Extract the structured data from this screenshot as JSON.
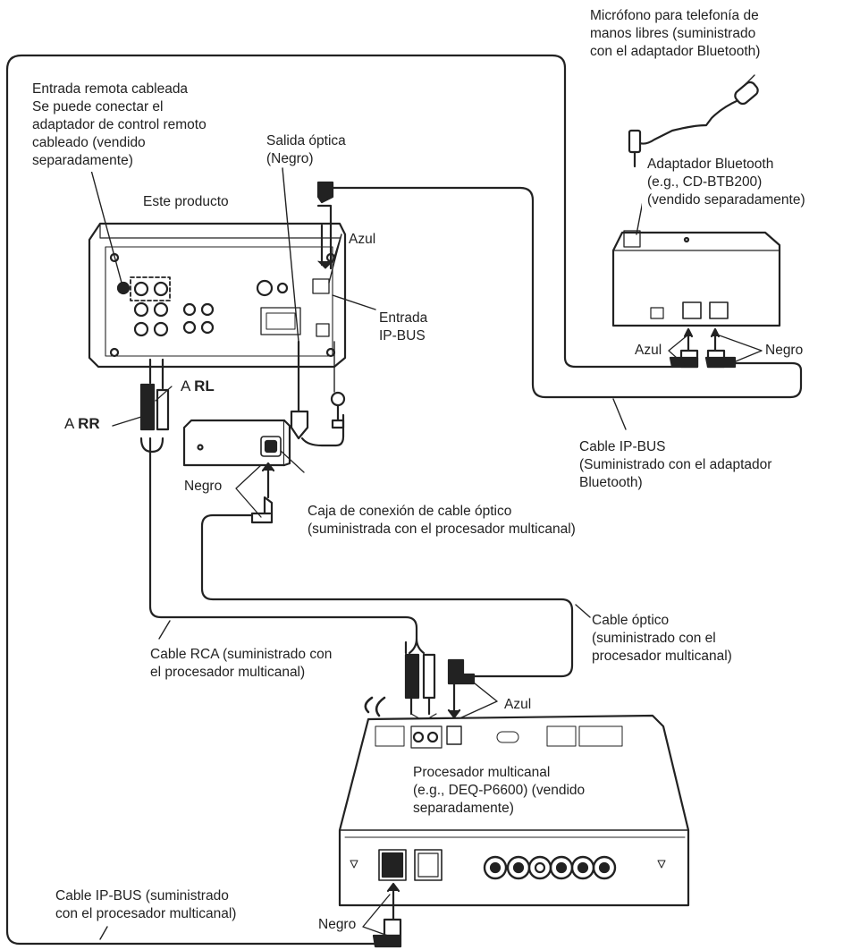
{
  "labels": {
    "mic": [
      "Micrófono para telefonía de",
      "manos libres (suministrado",
      "con el adaptador Bluetooth)"
    ],
    "remote": [
      "Entrada remota cableada",
      "Se puede conectar el",
      "adaptador de control remoto",
      "cableado (vendido",
      "separadamente)"
    ],
    "optical_out": [
      "Salida óptica",
      "(Negro)"
    ],
    "bt_adapter": [
      "Adaptador Bluetooth",
      "(e.g., CD-BTB200)",
      "(vendido separadamente)"
    ],
    "this_product": "Este producto",
    "azul_top": "Azul",
    "ipbus_in": [
      "Entrada",
      "IP-BUS"
    ],
    "azul_bt": "Azul",
    "negro_bt": "Negro",
    "a_rl_prefix": "A ",
    "a_rl_bold": "RL",
    "a_rr_prefix": "A ",
    "a_rr_bold": "RR",
    "ipbus_cable_bt": [
      "Cable IP-BUS",
      "(Suministrado con el adaptador",
      "Bluetooth)"
    ],
    "negro_box": "Negro",
    "junction_box": [
      "Caja de conexión de cable óptico",
      "(suministrada con el procesador multicanal)"
    ],
    "optical_cable": [
      "Cable óptico",
      "(suministrado con el",
      "procesador multicanal)"
    ],
    "rca_cable": [
      "Cable RCA (suministrado con",
      "el procesador multicanal)"
    ],
    "azul_proc": "Azul",
    "processor": [
      "Procesador multicanal",
      "(e.g., DEQ-P6600) (vendido",
      "separadamente)"
    ],
    "ipbus_cable_proc": [
      "Cable IP-BUS (suministrado",
      "con el procesador multicanal)"
    ],
    "negro_proc": "Negro"
  }
}
